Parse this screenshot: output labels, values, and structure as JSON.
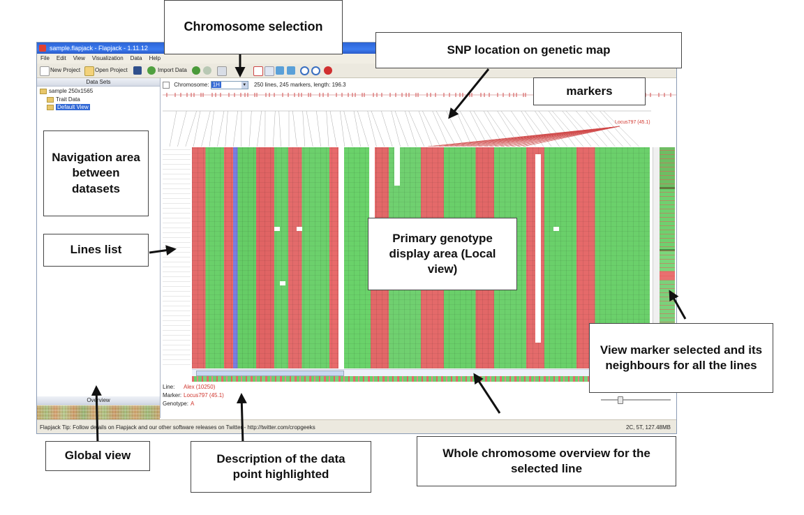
{
  "window": {
    "title": "sample.flapjack - Flapjack - 1.11.12"
  },
  "menu": [
    "File",
    "Edit",
    "View",
    "Visualization",
    "Data",
    "Help"
  ],
  "toolbar": {
    "new_project": "New Project",
    "open_project": "Open Project",
    "import_data": "Import Data"
  },
  "datasets": {
    "header": "Data Sets",
    "root": "sample 250x1565",
    "trait": "Trait Data",
    "view": "Default View"
  },
  "overview_header": "Overview",
  "chromosome_bar": {
    "label": "Chromosome:",
    "value": "1H",
    "summary": "250 lines, 245 markers, length: 196.3"
  },
  "marker_label": "Locus797 (45.1)",
  "info": {
    "line_label": "Line:",
    "line_value": "Alex (10250)",
    "marker_label": "Marker:",
    "marker_value": "Locus797 (45.1)",
    "genotype_label": "Genotype:",
    "genotype_value": "A"
  },
  "status": {
    "tip": "Flapjack Tip: Follow details on Flapjack and our other software releases on Twitter - http://twitter.com/cropgeeks",
    "memory": "2C, 5T, 127.48MB"
  },
  "annotations": {
    "chromosome_selection": "Chromosome selection",
    "snp_location": "SNP location on genetic map",
    "markers": "markers",
    "navigation": "Navigation area between datasets",
    "lines_list": "Lines list",
    "primary_display": "Primary genotype display area (Local view)",
    "view_marker": "View marker selected and its neighbours for all the lines",
    "global_view": "Global view",
    "description": "Description of the data point highlighted",
    "whole_chromosome": "Whole chromosome overview for the selected line"
  },
  "colors": {
    "allele_a": "#e46a6a",
    "allele_b": "#6ad06a",
    "het": "#7a7ee0",
    "title_blue": "#2b64d6"
  }
}
